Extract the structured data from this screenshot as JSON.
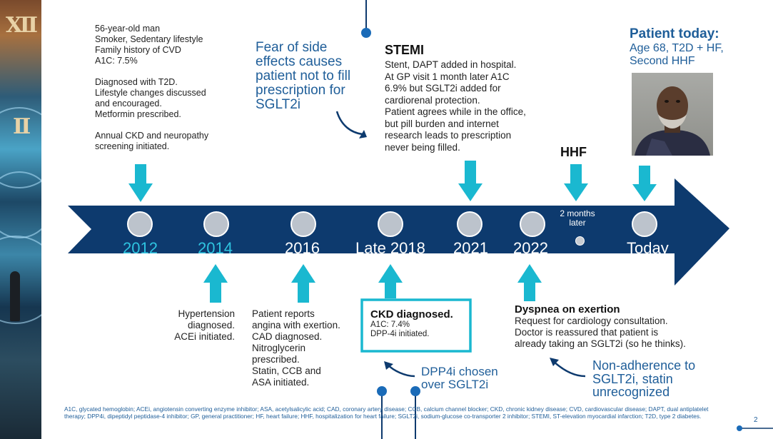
{
  "colors": {
    "timeline": "#0d3a6e",
    "arrow": "#1ab8d0",
    "accent_text": "#1f5e99",
    "teal_year": "#2ec4e0"
  },
  "top_left": {
    "lines_a": [
      "56-year-old  man",
      "Smoker,  Sedentary lifestyle",
      "Family history of CVD",
      "A1C: 7.5%"
    ],
    "lines_b": [
      "Diagnosed with T2D.",
      "Lifestyle changes discussed",
      "and encouraged.",
      "Metformin  prescribed."
    ],
    "lines_c": [
      "Annual CKD and neuropathy",
      "screening initiated."
    ]
  },
  "fear": {
    "lines": [
      "Fear of side",
      "effects causes",
      "patient not to fill",
      "prescription for",
      "SGLT2i"
    ]
  },
  "stemi": {
    "title": "STEMI",
    "lines": [
      "Stent, DAPT added in hospital.",
      "At GP visit 1 month later A1C",
      "6.9% but SGLT2i added for",
      "cardiorenal protection.",
      "Patient agrees while in the office,",
      "but pill burden and internet",
      "research leads to prescription",
      "never being filled."
    ]
  },
  "hhf_label": "HHF",
  "patient_today": {
    "title": "Patient today:",
    "lines": [
      "Age 68, T2D + HF,",
      "Second HHF"
    ]
  },
  "timeline": {
    "years": [
      "2012",
      "2014",
      "2016",
      "Late 2018",
      "2021",
      "2022",
      "Today"
    ],
    "interval_label": [
      "2 months",
      "later"
    ]
  },
  "bottom": {
    "hypertension": [
      "Hypertension",
      "diagnosed.",
      "ACEi initiated."
    ],
    "angina": [
      "Patient reports",
      "angina with exertion.",
      "CAD diagnosed.",
      "Nitroglycerin",
      "prescribed.",
      "Statin, CCB and",
      "ASA initiated."
    ],
    "ckd": {
      "title": "CKD diagnosed.",
      "lines": [
        "A1C: 7.4%",
        "DPP-4i initiated."
      ]
    },
    "dpp4i_note": [
      "DPP4i chosen",
      "over SGLT2i"
    ],
    "dyspnea": {
      "title": "Dyspnea on exertion",
      "lines": [
        "Request for cardiology consultation.",
        "Doctor is reassured that patient is",
        "already taking an SGLT2i (so he thinks)."
      ]
    },
    "nonadherence": [
      "Non-adherence to",
      "SGLT2i, statin",
      "unrecognized"
    ]
  },
  "footnote": "A1C, glycated hemoglobin; ACEi, angiotensin converting enzyme inhibitor; ASA,  acetylsalicylic acid; CAD,  coronary artery disease; CCB, calcium channel blocker; CKD, chronic kidney disease; CVD, cardiovascular disease; DAPT, dual antiplatelet therapy; DPP4i, dipeptidyl peptidase-4 inhibitor; GP, general practitioner; HF, heart failure; HHF, hospitalization for heart failure; SGLT2i, sodium-glucose co-transporter 2 inhibitor; STEMI,  ST-elevation myocardial infarction; T2D, type 2 diabetes.",
  "page_number": "2"
}
